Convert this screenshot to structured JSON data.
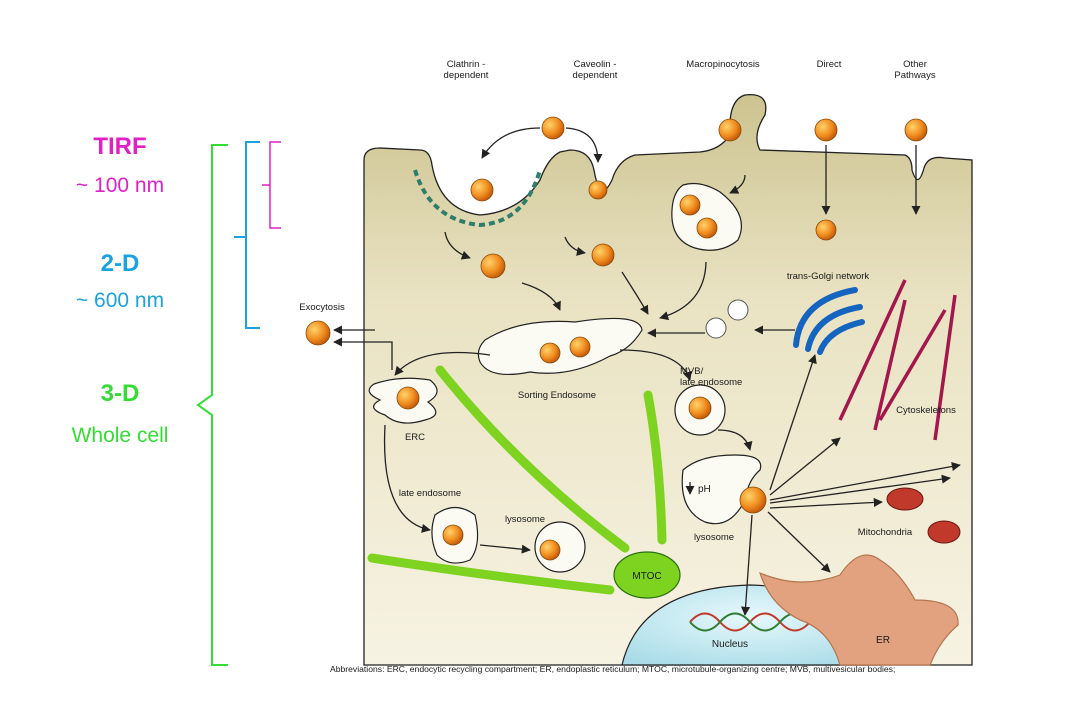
{
  "scale_labels": {
    "tirf": {
      "title": "TIRF",
      "depth": "~ 100 nm",
      "color": "#e020c8"
    },
    "two_d": {
      "title": "2-D",
      "depth": "~ 600 nm",
      "color": "#1aa3e0"
    },
    "three_d": {
      "title": "3-D",
      "depth": "Whole cell",
      "color": "#33dd33"
    }
  },
  "pathways": {
    "clathrin": "Clathrin -\ndependent",
    "caveolin": "Caveolin -\ndependent",
    "macropinocytosis": "Macropinocytosis",
    "direct": "Direct",
    "other": "Other\nPathways"
  },
  "labels": {
    "exocytosis": "Exocytosis",
    "trans_golgi": "trans-Golgi network",
    "sorting_endosome": "Sorting Endosome",
    "mvb": "MVB/\nlate endosome",
    "erc": "ERC",
    "late_endosome": "late endosome",
    "lysosome_left": "lysosome",
    "lysosome_right": "lysosome",
    "ph": "pH",
    "mtoc": "MTOC",
    "cytoskeletons": "Cytoskeletons",
    "mitochondria": "Mitochondria",
    "nucleus": "Nucleus",
    "er": "ER"
  },
  "abbreviations": "Abbreviations: ERC, endocytic recycling compartment; ER, endoplastic reticulum; MTOC, microtubule-organizing centre; MVB, multivesicular bodies;",
  "colors": {
    "cell_top": "#f5efd8",
    "cell_bottom": "#c9c08a",
    "particle": "#f08c1e",
    "microtubule": "#7ed321",
    "golgi": "#1565c0",
    "cytoskeleton": "#a3174d",
    "nucleus": "#cfeef4",
    "er": "#e3a27f"
  }
}
